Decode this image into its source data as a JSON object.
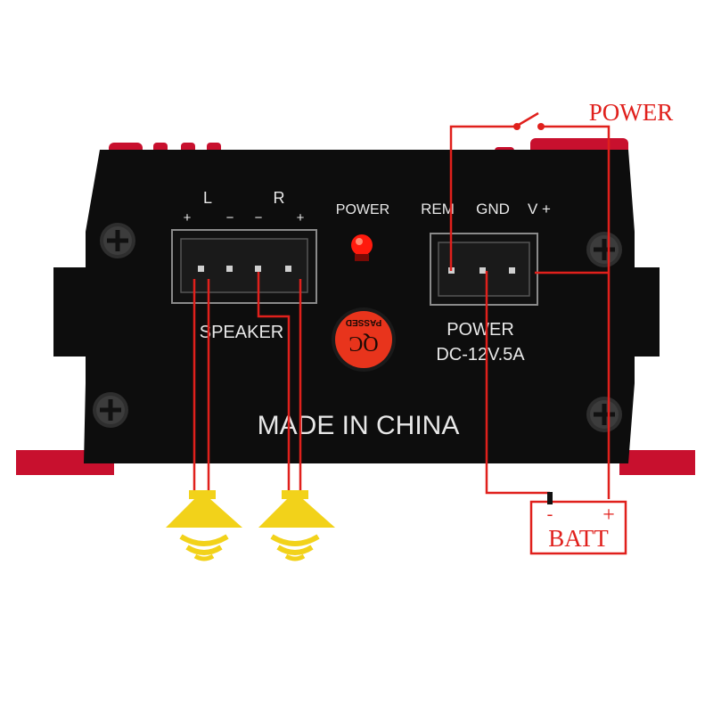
{
  "amplifier": {
    "channel_left": "L",
    "channel_right": "R",
    "plus_left": "+",
    "minus_left": "−",
    "minus_right": "−",
    "plus_right": "+",
    "power_led_label": "POWER",
    "terminal_rem": "REM",
    "terminal_gnd": "GND",
    "terminal_vplus": "V +",
    "speaker_label": "SPEAKER",
    "power_label": "POWER",
    "rating_label": "DC-12V.5A",
    "made_in": "MADE IN CHINA",
    "qc_sticker_top": "PASSED",
    "qc_sticker_main": "QC"
  },
  "wiring": {
    "switch_label": "POWER",
    "battery_label": "BATT",
    "battery_minus": "-",
    "battery_plus": "+"
  },
  "colors": {
    "wire": "#e0201c",
    "case": "#0d0d0d",
    "case_accent": "#c8102e",
    "led": "#ff1a0d",
    "speaker": "#f2d21a",
    "sticker": "#e8341c"
  },
  "icons": {
    "speakers": [
      "speaker-icon",
      "speaker-icon"
    ],
    "screws": [
      "screw-icon",
      "screw-icon",
      "screw-icon",
      "screw-icon"
    ]
  }
}
